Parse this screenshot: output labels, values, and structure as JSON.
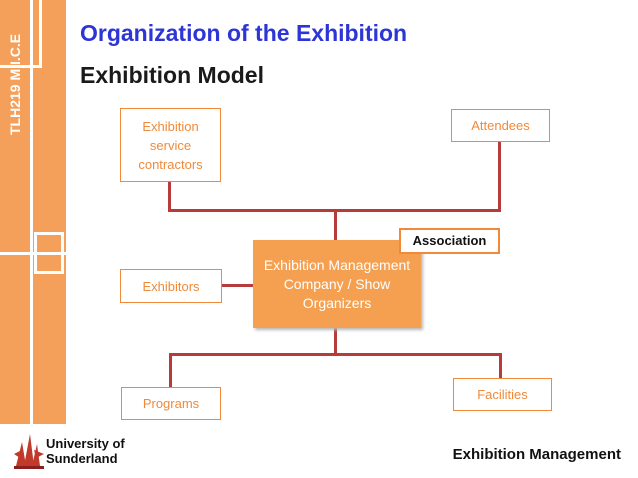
{
  "sidebar": {
    "label": "TLH219 M.I.C.E"
  },
  "title": "Organization of the Exhibition",
  "subtitle": "Exhibition Model",
  "nodes": {
    "service_contractors": "Exhibition service contractors",
    "attendees": "Attendees",
    "exhibitors": "Exhibitors",
    "center": "Exhibition Management Company / Show Organizers",
    "association": "Association",
    "programs": "Programs",
    "facilities": "Facilities"
  },
  "footer": {
    "university_line1": "University of",
    "university_line2": "Sunderland",
    "right_text": "Exhibition Management"
  },
  "colors": {
    "accent": "#f4a050",
    "connector": "#b83b3b",
    "title": "#2e35d6"
  }
}
